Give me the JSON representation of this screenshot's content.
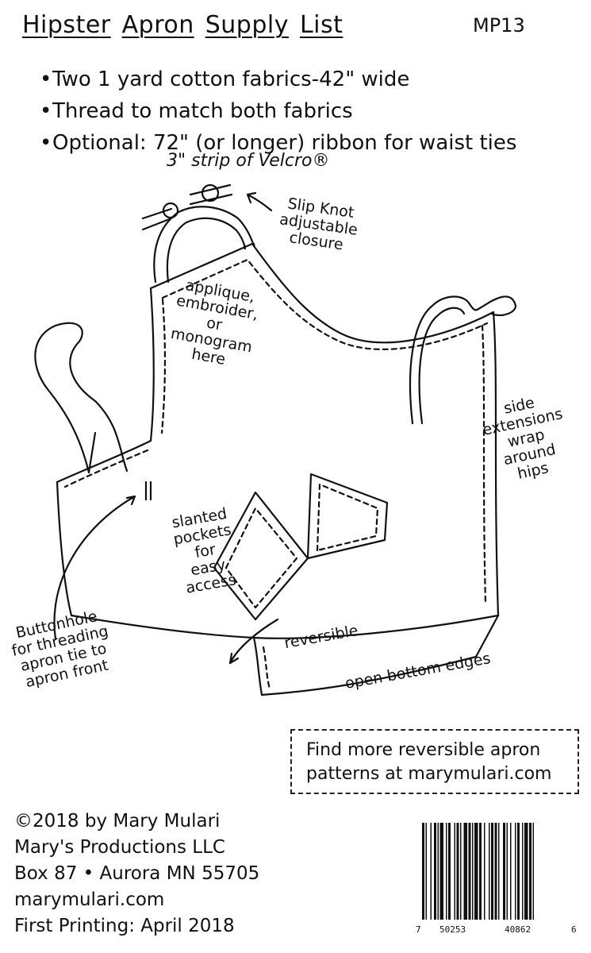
{
  "header": {
    "title_words": [
      "Hipster",
      "Apron",
      "Supply",
      "List"
    ],
    "pattern_code": "MP13"
  },
  "supplies": [
    "Two 1 yard cotton fabrics-42\" wide",
    "Thread to match both fabrics",
    "Optional: 72\" (or longer) ribbon for waist ties"
  ],
  "supplies_extra": "3\" strip of Velcro®",
  "bullet": "•",
  "annotations": {
    "slip_knot": [
      "Slip Knot",
      "adjustable",
      "closure"
    ],
    "applique": [
      "applique,",
      "embroider,",
      "or",
      "monogram",
      "here"
    ],
    "side_ext": [
      "side",
      "extensions",
      "wrap",
      "around",
      "hips"
    ],
    "slanted": [
      "slanted",
      "pockets",
      "for",
      "easy",
      "access"
    ],
    "buttonhole": [
      "Buttonhole",
      "for threading",
      "apron tie to",
      "apron front"
    ],
    "reversible": "reversible",
    "open_edges": "open bottom edges"
  },
  "promo": {
    "line1": "Find more reversible apron",
    "line2": "patterns at marymulari.com"
  },
  "credits": {
    "copyright": "©2018 by Mary Mulari",
    "company": "Mary's Productions LLC",
    "address": "Box 87 • Aurora MN 55705",
    "website": "marymulari.com",
    "printing": "First Printing: April 2018"
  },
  "barcode": {
    "digits_left": "7",
    "digits_mid1": "50253",
    "digits_mid2": "40862",
    "digits_right": "6"
  }
}
